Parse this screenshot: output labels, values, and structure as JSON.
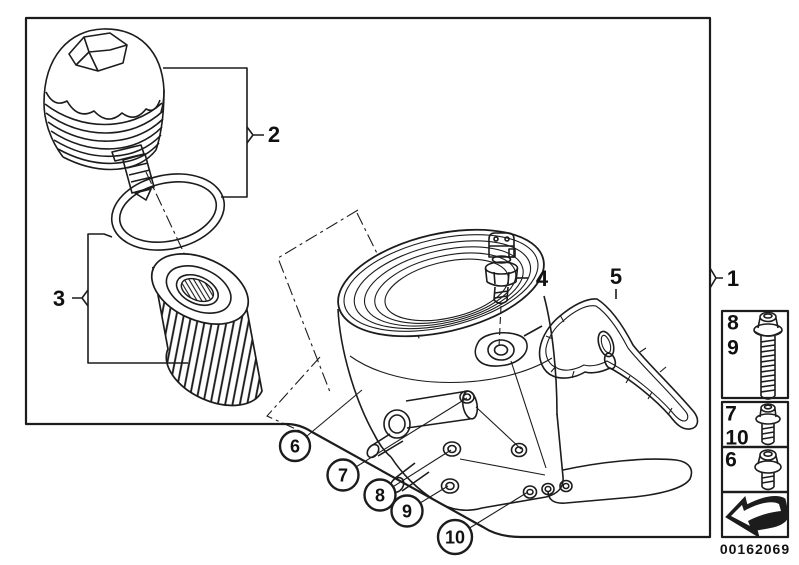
{
  "colors": {
    "ink": "#1c1c1c",
    "paper": "#ffffff"
  },
  "image_number": "00162069",
  "callouts": {
    "plain": [
      {
        "label": "1"
      },
      {
        "label": "2"
      },
      {
        "label": "3"
      },
      {
        "label": "4"
      },
      {
        "label": "5"
      }
    ],
    "circled": [
      {
        "label": "6"
      },
      {
        "label": "7"
      },
      {
        "label": "8"
      },
      {
        "label": "9"
      },
      {
        "label": "10"
      }
    ]
  },
  "legend": {
    "rows": [
      {
        "refs": [
          "8",
          "9"
        ],
        "symbol": "long-bolt"
      },
      {
        "refs": [
          "7",
          "10"
        ],
        "symbol": "medium-bolt"
      },
      {
        "refs": [
          "6"
        ],
        "symbol": "short-bolt"
      },
      {
        "refs": [],
        "symbol": "direction-arrow"
      }
    ]
  }
}
